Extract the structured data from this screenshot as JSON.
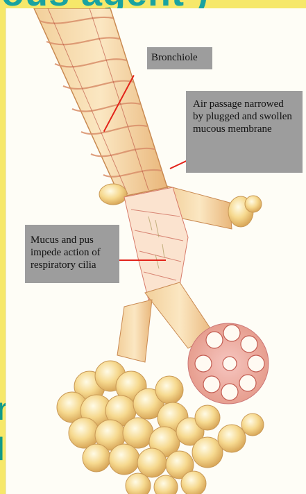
{
  "slide": {
    "title_fragment": "ous agent )",
    "left_edge_fragments": [
      "n",
      "l"
    ]
  },
  "figure": {
    "labels": {
      "bronchiole": "Bronchiole",
      "air_passage": "Air passage narrowed by plugged and swollen mucous membrane",
      "mucus": "Mucus and pus impede action of respiratory cilia"
    }
  }
}
